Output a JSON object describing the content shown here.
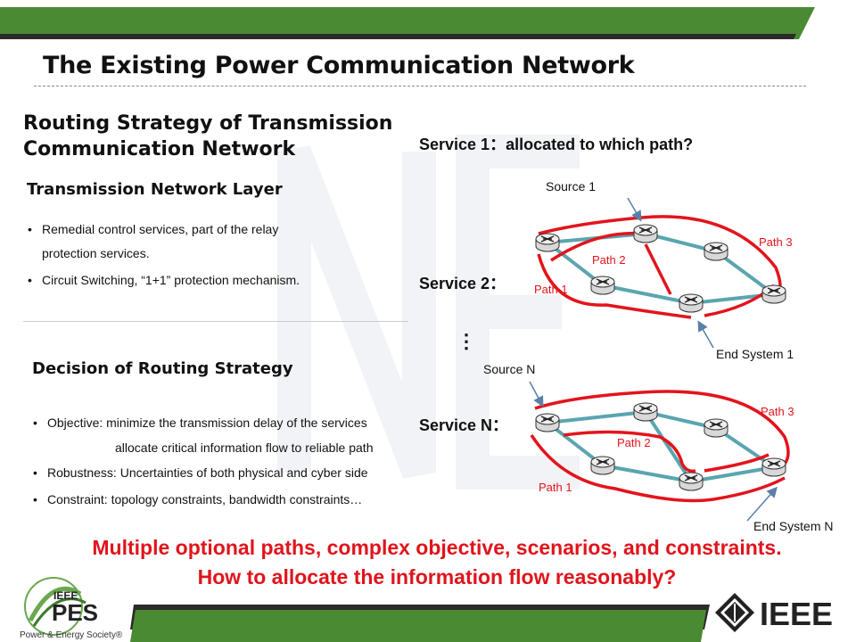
{
  "title": "The Existing Power Communication Network",
  "left": {
    "routing_heading_line1": "Routing Strategy of Transmission",
    "routing_heading_line2": "Communication Network",
    "layer_heading": "Transmission  Network Layer",
    "layer_bullets": [
      {
        "marker": "•",
        "lines": [
          "Remedial control services, part of the relay",
          "protection services."
        ]
      },
      {
        "marker": "•",
        "lines": [
          "Circuit Switching, “1+1” protection mechanism."
        ]
      }
    ],
    "decision_heading": "Decision of Routing Strategy",
    "decision_bullets": [
      {
        "marker": "•",
        "lines": [
          "Objective: minimize the transmission delay of the services",
          "allocate critical information flow to reliable path"
        ]
      },
      {
        "marker": "•",
        "lines": [
          "Robustness: Uncertainties of both physical and cyber side"
        ]
      },
      {
        "marker": "•",
        "lines": [
          "Constraint:  topology constraints, bandwidth constraints…"
        ]
      }
    ]
  },
  "right": {
    "service1_question": "Service 1：allocated to which path?",
    "service2_label": "Service 2：",
    "vertical_dots": "⋮",
    "serviceN_label": "Service N：",
    "diagram1": {
      "source_label": "Source 1",
      "end_label": "End System 1",
      "path_labels": [
        "Path 1",
        "Path 2",
        "Path 3"
      ]
    },
    "diagramN": {
      "source_label": "Source N",
      "end_label": "End System N",
      "path_labels": [
        "Path 1",
        "Path 2",
        "Path 3"
      ]
    }
  },
  "message": {
    "line1": "Multiple optional paths, complex objective, scenarios, and constraints.",
    "line2": "How to allocate the information flow reasonably?"
  },
  "logos": {
    "pes_ieee": "IEEE",
    "pes_short": "PES",
    "pes_full": "Power & Energy Society®",
    "ieee": "IEEE"
  },
  "colors": {
    "green_bar": "#4a8a32",
    "red_text": "#e0141c",
    "red_path": "#e3141c",
    "teal_link": "#5aa5b0"
  },
  "icons": {
    "router": "router-icon",
    "arrow": "pointer-arrow-icon"
  }
}
